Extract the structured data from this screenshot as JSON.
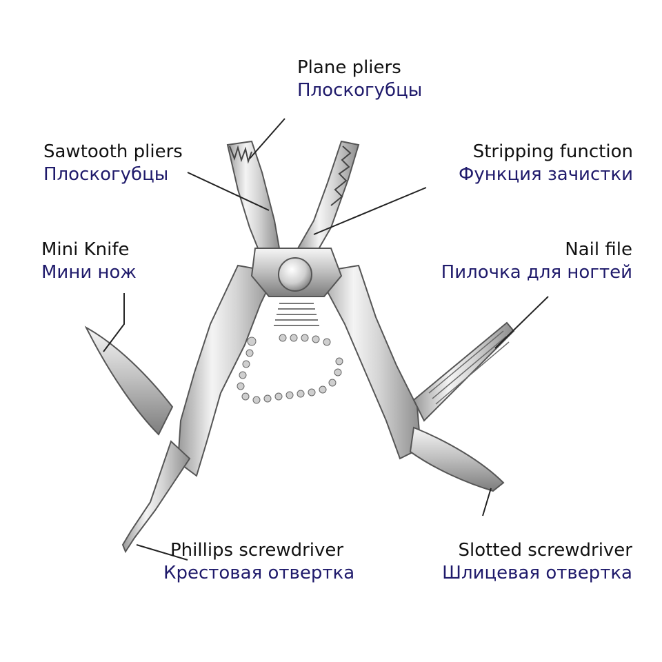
{
  "colors": {
    "english_text": "#111111",
    "russian_text": "#1f1a6b",
    "leader_line": "#222222",
    "steel_light": "#f2f2f2",
    "steel_mid": "#c9c9c9",
    "steel_dark": "#8c8c8c",
    "outline": "#5a5a5a"
  },
  "labels": {
    "plane_pliers": {
      "en": "Plane pliers",
      "ru": "Плоскогубцы"
    },
    "sawtooth_pliers": {
      "en": "Sawtooth pliers",
      "ru": "Плоскогубцы"
    },
    "stripping_function": {
      "en": "Stripping function",
      "ru": "Функция зачистки"
    },
    "mini_knife": {
      "en": "Mini Knife",
      "ru": "Мини нож"
    },
    "nail_file": {
      "en": "Nail file",
      "ru": "Пилочка для ногтей"
    },
    "phillips_screwdriver": {
      "en": "Phillips screwdriver",
      "ru": "Крестовая отвертка"
    },
    "slotted_screwdriver": {
      "en": "Slotted screwdriver",
      "ru": "Шлицевая отвертка"
    }
  }
}
